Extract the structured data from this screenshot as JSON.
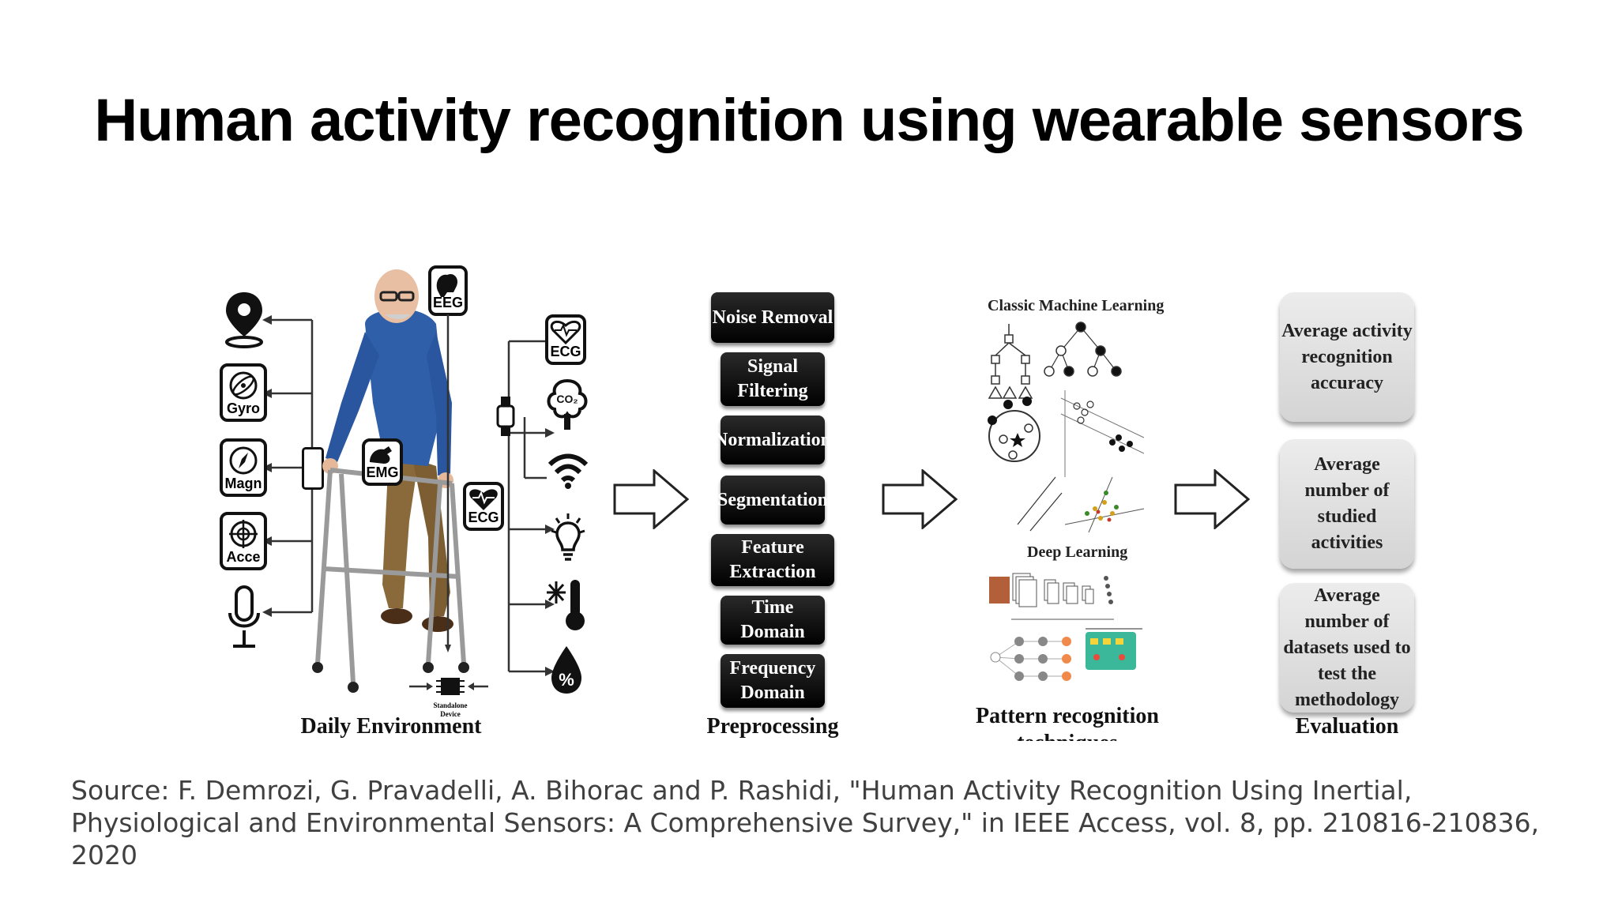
{
  "slide": {
    "title": "Human activity recognition using wearable sensors",
    "source": "Source: F. Demrozi, G. Pravadelli, A. Bihorac and P. Rashidi, \"Human Activity Recognition Using Inertial, Physiological and Environmental Sensors: A Comprehensive Survey,\" in IEEE Access, vol. 8, pp. 210816-210836, 2020"
  },
  "figure": {
    "environment": {
      "label": "Daily Environment",
      "left_sensors": [
        {
          "icon": "location-pin-icon",
          "label": ""
        },
        {
          "icon": "gyroscope-icon",
          "label": "Gyro"
        },
        {
          "icon": "compass-icon",
          "label": "Magn"
        },
        {
          "icon": "accelerometer-icon",
          "label": "Acce"
        },
        {
          "icon": "microphone-icon",
          "label": ""
        }
      ],
      "body_sensors": [
        {
          "icon": "brain-icon",
          "label": "EEG"
        },
        {
          "icon": "muscle-icon",
          "label": "EMG"
        },
        {
          "icon": "heart-icon",
          "label": "ECG"
        }
      ],
      "right_sensors": [
        {
          "icon": "heart-monitor-icon",
          "label": "ECG"
        },
        {
          "icon": "co2-tree-icon",
          "label": "CO₂"
        },
        {
          "icon": "wifi-icon",
          "label": ""
        },
        {
          "icon": "light-bulb-icon",
          "label": ""
        },
        {
          "icon": "thermometer-icon",
          "label": ""
        },
        {
          "icon": "humidity-drop-icon",
          "label": "%"
        }
      ],
      "device_label_1": "Standalone",
      "device_label_2": "Device"
    },
    "preprocessing": {
      "label": "Preprocessing",
      "steps": [
        "Noise Removal",
        "Signal Filtering",
        "Normalization",
        "Segmentation",
        "Feature Extraction",
        "Time Domain",
        "Frequency Domain"
      ]
    },
    "pattern_recognition": {
      "label": "Pattern recognition techniques",
      "classic_label": "Classic Machine Learning",
      "deep_label": "Deep Learning"
    },
    "evaluation": {
      "label": "Evaluation",
      "metrics": [
        "Average activity recognition accuracy",
        "Average number of studied activities",
        "Average number of datasets used to test the methodology"
      ]
    }
  }
}
